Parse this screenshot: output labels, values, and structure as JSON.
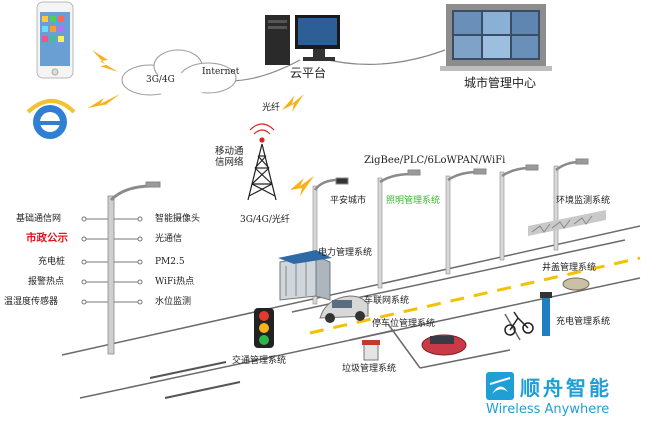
{
  "top": {
    "network": "3G/4G",
    "internet": "Internet",
    "cloud_platform": "云平台",
    "city_center": "城市管理中心",
    "fiber": "光纤",
    "mobile_network": "移动通信网络",
    "wireless_link": "3G/4G/光纤",
    "protocols": "ZigBee/PLC/6LoWPAN/WiFi"
  },
  "pole_left": {
    "left_items": [
      "基础通信网",
      "市政公示",
      "充电桩",
      "报警热点",
      "温湿度传感器"
    ],
    "right_items": [
      "智能摄像头",
      "光通信",
      "PM2.5",
      "WiFi热点",
      "水位监测"
    ]
  },
  "systems": {
    "safe_city": "平安城市",
    "lighting": "照明管理系统",
    "environment": "环境监测系统",
    "power": "电力管理系统",
    "manhole": "井盖管理系统",
    "vehicle_network": "车联网系统",
    "parking": "停车位管理系统",
    "charging": "充电管理系统",
    "traffic": "交通管理系统",
    "garbage": "垃圾管理系统"
  },
  "brand": {
    "name_cn": "顺舟智能",
    "name_en": "Wireless Anywhere"
  },
  "colors": {
    "highlight_red": "#e0141b",
    "highlight_green": "#3cb531",
    "brand_blue": "#1f9fd6",
    "lightning": "#f5b21a"
  }
}
